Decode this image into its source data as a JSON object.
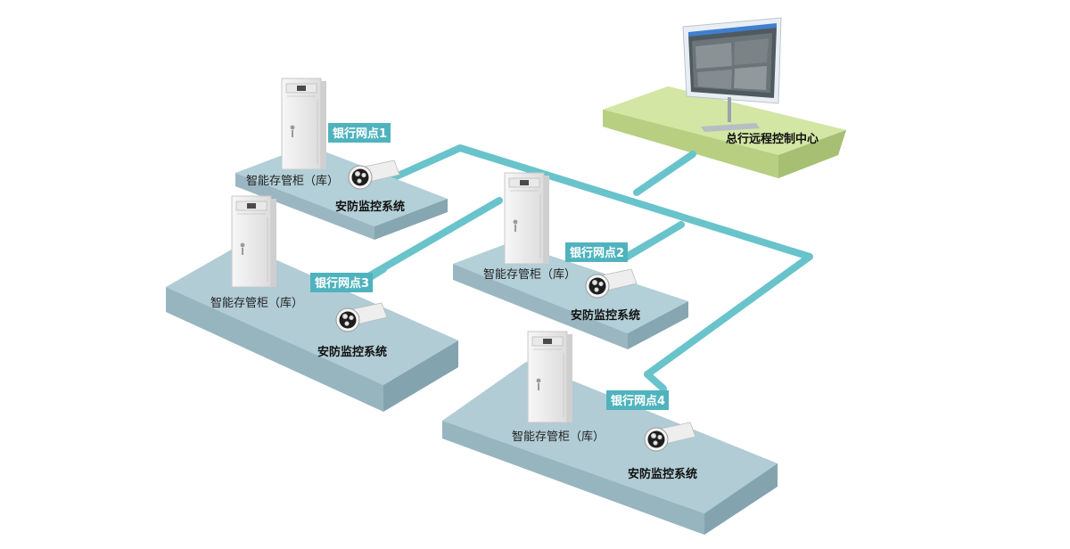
{
  "hq": {
    "label": "总行远程控制中心"
  },
  "branches": [
    {
      "id": "1",
      "tag": "银行网点1",
      "cabinet": "智能存管柜（库）",
      "security": "安防监控系统"
    },
    {
      "id": "2",
      "tag": "银行网点2",
      "cabinet": "智能存管柜（库）",
      "security": "安防监控系统"
    },
    {
      "id": "3",
      "tag": "银行网点3",
      "cabinet": "智能存管柜（库）",
      "security": "安防监控系统"
    },
    {
      "id": "4",
      "tag": "银行网点4",
      "cabinet": "智能存管柜（库）",
      "security": "安防监控系统"
    }
  ],
  "colors": {
    "network": "#69c3cb",
    "platform_top": "#a9c7d0",
    "platform_side": "#8aaab5",
    "hq_top": "#cfe39a",
    "hq_side": "#adc577",
    "tag_bg": "#4fb3be"
  }
}
